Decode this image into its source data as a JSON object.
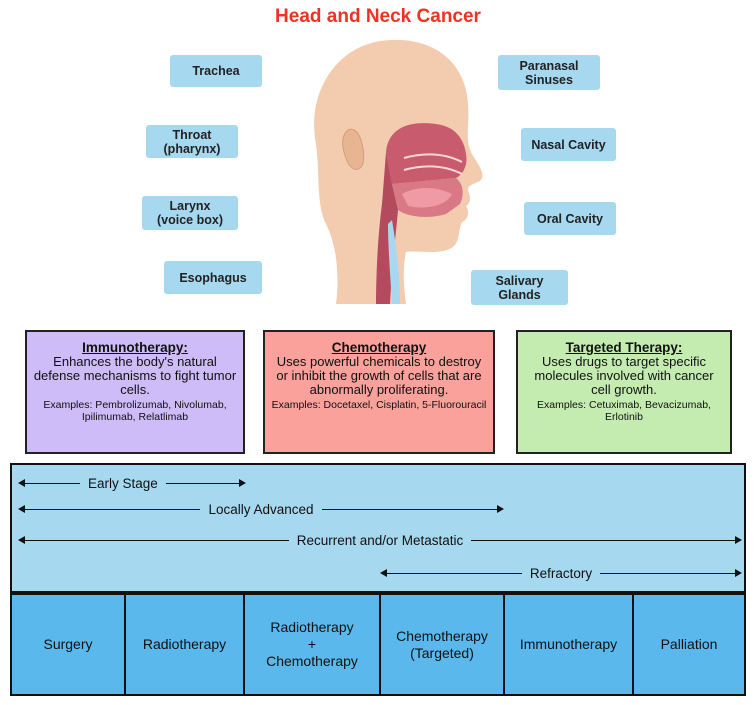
{
  "title": "Head and Neck Cancer",
  "anatomy_labels": {
    "trachea": "Trachea",
    "throat": "Throat\n(pharynx)",
    "larynx": "Larynx\n(voice box)",
    "esophagus": "Esophagus",
    "paranasal": "Paranasal\nSinuses",
    "nasal_cavity": "Nasal Cavity",
    "oral_cavity": "Oral Cavity",
    "salivary": "Salivary\nGlands"
  },
  "therapies": {
    "immuno": {
      "heading": "Immunotherapy:",
      "description": "Enhances the body's natural defense mechanisms to fight tumor cells.",
      "examples": "Examples: Pembrolizumab, Nivolumab, Ipilimumab, Relatlimab",
      "color": "#cdbcf7"
    },
    "chemo": {
      "heading": "Chemotherapy",
      "description": "Uses powerful chemicals to destroy or inhibit the growth of cells that are abnormally proliferating.",
      "examples": "Examples: Docetaxel, Cisplatin, 5-Fluorouracil",
      "color": "#f9a19a"
    },
    "targeted": {
      "heading": "Targeted Therapy:",
      "description": "Uses drugs to target specific molecules involved with cancer cell growth.",
      "examples": "Examples: Cetuximab, Bevacizumab, Erlotinib",
      "color": "#c4ecb1"
    }
  },
  "stages": {
    "early": "Early Stage",
    "locally_advanced": "Locally Advanced",
    "recurrent": "Recurrent and/or Metastatic",
    "refractory": "Refractory"
  },
  "treatments": {
    "surgery": "Surgery",
    "radiotherapy": "Radiotherapy",
    "radio_chemo": "Radiotherapy\n+\nChemotherapy",
    "chemo_targeted": "Chemotherapy\n(Targeted)",
    "immunotherapy": "Immunotherapy",
    "palliation": "Palliation"
  }
}
